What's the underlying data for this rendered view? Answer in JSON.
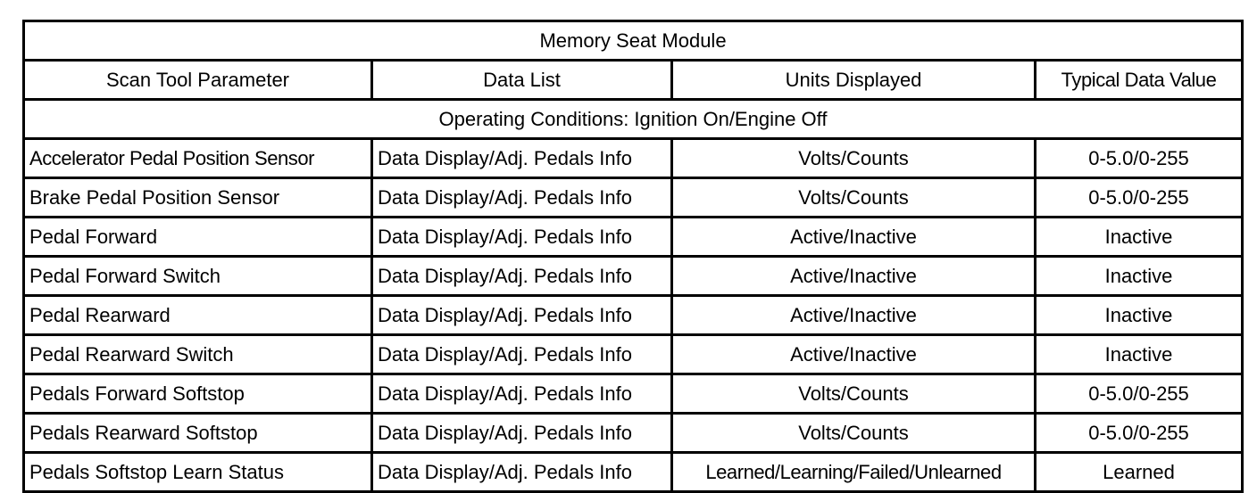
{
  "table": {
    "title": "Memory Seat Module",
    "columns": [
      "Scan Tool Parameter",
      "Data List",
      "Units Displayed",
      "Typical Data Value"
    ],
    "section_header": "Operating Conditions: Ignition On/Engine Off",
    "rows": [
      {
        "parameter": "Accelerator Pedal Position Sensor",
        "data_list": "Data Display/Adj. Pedals Info",
        "units": "Volts/Counts",
        "typical_value": "0-5.0/0-255"
      },
      {
        "parameter": "Brake Pedal Position Sensor",
        "data_list": "Data Display/Adj. Pedals Info",
        "units": "Volts/Counts",
        "typical_value": "0-5.0/0-255"
      },
      {
        "parameter": "Pedal Forward",
        "data_list": "Data Display/Adj. Pedals Info",
        "units": "Active/Inactive",
        "typical_value": "Inactive"
      },
      {
        "parameter": "Pedal Forward Switch",
        "data_list": "Data Display/Adj. Pedals Info",
        "units": "Active/Inactive",
        "typical_value": "Inactive"
      },
      {
        "parameter": "Pedal Rearward",
        "data_list": "Data Display/Adj. Pedals Info",
        "units": "Active/Inactive",
        "typical_value": "Inactive"
      },
      {
        "parameter": "Pedal Rearward Switch",
        "data_list": "Data Display/Adj. Pedals Info",
        "units": "Active/Inactive",
        "typical_value": "Inactive"
      },
      {
        "parameter": "Pedals Forward Softstop",
        "data_list": "Data Display/Adj. Pedals Info",
        "units": "Volts/Counts",
        "typical_value": "0-5.0/0-255"
      },
      {
        "parameter": "Pedals Rearward Softstop",
        "data_list": "Data Display/Adj. Pedals Info",
        "units": "Volts/Counts",
        "typical_value": "0-5.0/0-255"
      },
      {
        "parameter": "Pedals Softstop Learn Status",
        "data_list": "Data Display/Adj. Pedals Info",
        "units": "Learned/Learning/Failed/Unlearned",
        "typical_value": "Learned"
      }
    ]
  },
  "colors": {
    "border": "#000000",
    "text": "#000000",
    "background": "#ffffff"
  }
}
